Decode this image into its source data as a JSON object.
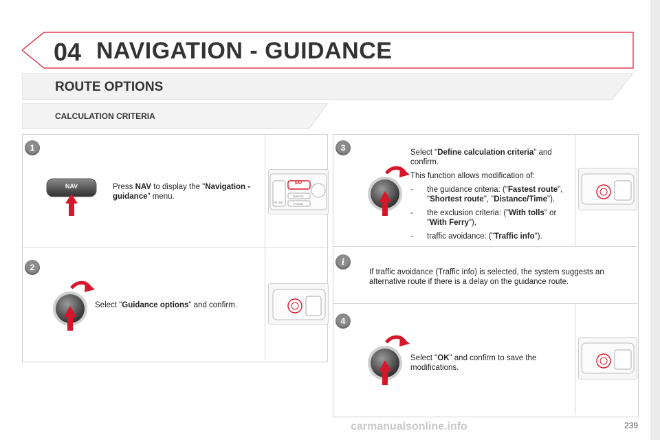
{
  "header": {
    "chapter_number": "04",
    "chapter_title": "NAVIGATION - GUIDANCE"
  },
  "section_title": "ROUTE OPTIONS",
  "subsection_title": "CALCULATION CRITERIA",
  "steps": [
    {
      "number": "1",
      "prefix": "Press ",
      "b1": "NAV",
      "mid": " to display the \"",
      "b2": "Navigation - guidance",
      "suffix": "\" menu.",
      "button_label": "NAV"
    },
    {
      "number": "2",
      "prefix": "Select \"",
      "b1": "Guidance options",
      "suffix": "\" and confirm."
    },
    {
      "number": "3",
      "prefix": "Select \"",
      "b1": "Define calculation criteria",
      "suffix": "\" and confirm.",
      "intro": "This function allows modification of:",
      "items": [
        {
          "dash": "-",
          "prefix": "the guidance criteria: (\"",
          "b1": "Fastest route",
          "sep1": "\", \"",
          "b2": "Shortest route",
          "sep2": "\", \"",
          "b3": "Distance/Time",
          "suffix": "\"),"
        },
        {
          "dash": "-",
          "prefix": "the exclusion criteria: (\"",
          "b1": "With tolls",
          "sep1": "\" or \"",
          "b2": "With Ferry",
          "suffix": "\"),"
        },
        {
          "dash": "-",
          "prefix": "traffic avoidance: (\"",
          "b1": "Traffic info",
          "suffix": "\")."
        }
      ]
    },
    {
      "number": "4",
      "prefix": "Select \"",
      "b1": "OK",
      "suffix": "\" and confirm to save the modifications."
    }
  ],
  "info": {
    "icon": "i",
    "text": "If traffic avoidance (Traffic info) is selected, the system suggests an alternative route if there is a delay on the guidance route."
  },
  "thumb_labels": {
    "nav": "NAV",
    "setup": "SETUP",
    "traffic": "TRAFFIC",
    "phone": "PHONE"
  },
  "page_number": "239",
  "watermark": "carmanualsonline.info",
  "colors": {
    "accent": "#d6162a",
    "badge": "#8c8c8c"
  }
}
